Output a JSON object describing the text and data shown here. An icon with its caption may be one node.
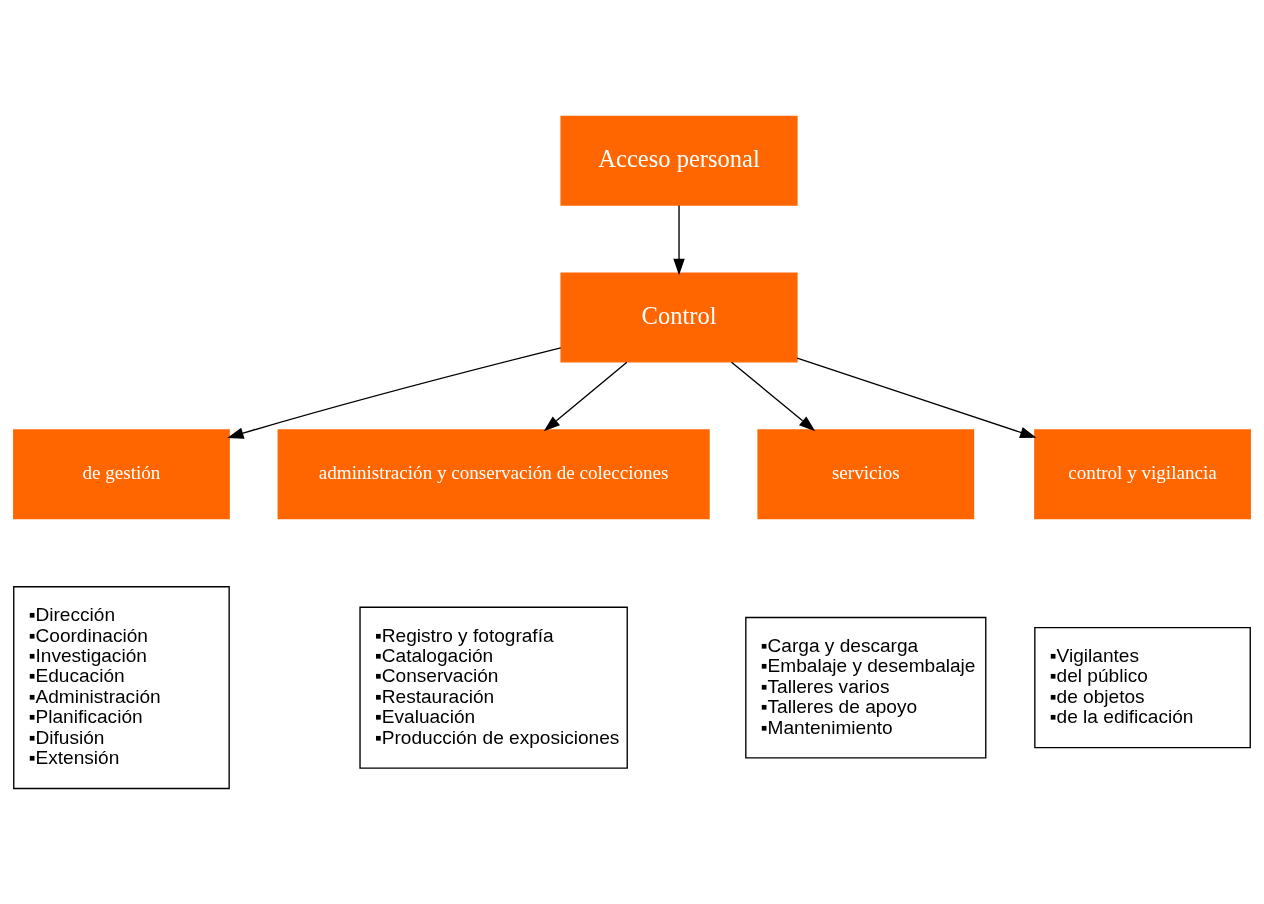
{
  "diagram": {
    "nodes": [
      {
        "text": [
          "Acceso personal"
        ]
      },
      {
        "text": [
          "Control"
        ]
      },
      {
        "text": [
          "de gestión"
        ]
      },
      {
        "text": [
          "administración y conservación de colecciones"
        ]
      },
      {
        "text": [
          "servicios"
        ]
      },
      {
        "text": [
          "control y vigilancia"
        ]
      },
      {
        "text": [
          "▪Dirección",
          "▪Coordinación",
          "▪Investigación",
          "▪Educación",
          "▪Administración",
          "▪Planificación",
          "▪Difusión",
          "▪Extensión"
        ]
      },
      {
        "text": [
          "▪Registro y fotografía",
          "▪Catalogación",
          "▪Conservación",
          "▪Restauración",
          "▪Evaluación",
          "▪Producción de exposiciones"
        ]
      },
      {
        "text": [
          "▪Carga y descarga",
          "▪Embalaje y desembalaje",
          "▪Talleres varios",
          "▪Talleres de apoyo",
          "▪Mantenimiento"
        ]
      },
      {
        "text": [
          "▪Vigilantes",
          "▪del público",
          "▪de objetos",
          "▪de la edificación"
        ]
      }
    ],
    "edges": [
      {
        "from": 0,
        "to": 1,
        "arrow": "to"
      },
      {
        "from": 1,
        "to": 2,
        "arrow": "to"
      },
      {
        "from": 1,
        "to": 3,
        "arrow": "to"
      },
      {
        "from": 1,
        "to": 4,
        "arrow": "to"
      },
      {
        "from": 1,
        "to": 5,
        "arrow": "to"
      }
    ]
  }
}
